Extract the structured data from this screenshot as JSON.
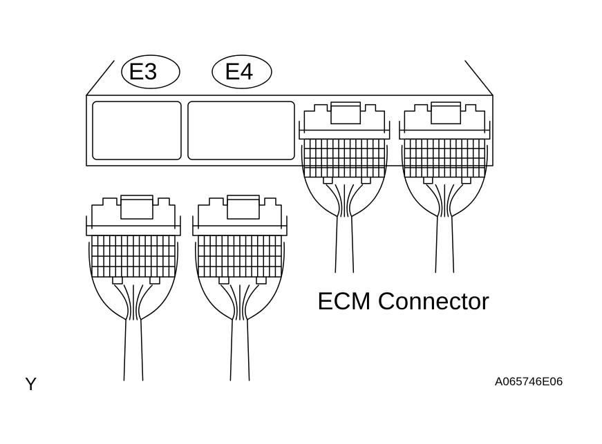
{
  "labels": {
    "connector_e3": "E3",
    "connector_e4": "E4",
    "title": "ECM Connector",
    "corner_mark": "Y",
    "figure_code": "A065746E06"
  },
  "colors": {
    "line": "#000000",
    "background": "#ffffff"
  }
}
